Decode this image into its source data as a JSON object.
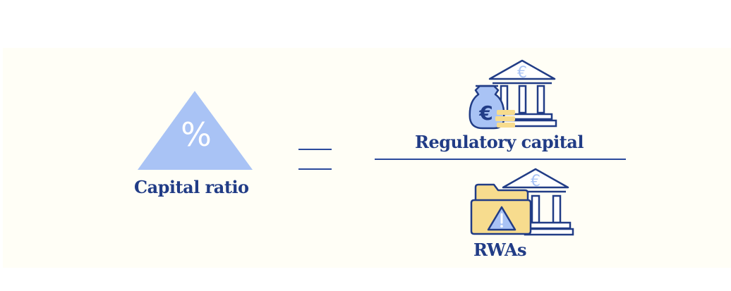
{
  "formula": {
    "lhs": {
      "symbol": "%",
      "label": "Capital ratio",
      "icon": "percent-triangle-icon"
    },
    "operator": "=",
    "numerator": {
      "label": "Regulatory capital",
      "icon": "bank-with-money-bag-and-coins-icon"
    },
    "denominator": {
      "label": "RWAs",
      "icon": "bank-with-warning-folder-icon"
    }
  },
  "colors": {
    "navy": "#213c86",
    "light_blue": "#a9c3f5",
    "yellow": "#f7dc8e",
    "panel_bg": "#fffef6"
  }
}
